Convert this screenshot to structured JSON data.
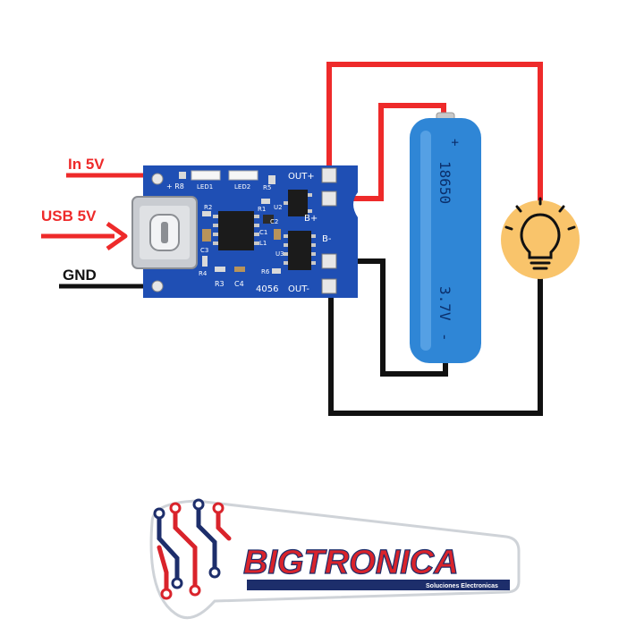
{
  "labels": {
    "in_5v": "In 5V",
    "usb_5v": "USB 5V",
    "gnd": "GND"
  },
  "board": {
    "model": "4056",
    "silkscreen": {
      "r8": "+ R8",
      "led1": "LED1",
      "led2": "LED2",
      "r5": "R5",
      "out_plus": "OUT+",
      "b_plus": "B+",
      "b_minus": "B-",
      "out_minus": "OUT-",
      "r2": "R2",
      "r1": "R1",
      "c3": "C3",
      "u2": "U2",
      "u3": "U3",
      "c1": "C1",
      "l1": "L1",
      "c2": "C2",
      "r6": "R6",
      "r4": "R4",
      "r3": "R3",
      "c4": "C4"
    }
  },
  "battery": {
    "plus": "+",
    "model": "18650",
    "voltage": "3.7V",
    "minus": "-"
  },
  "logo": {
    "name": "BIGTRONICA",
    "tagline": "Soluciones Electronicas"
  },
  "colors": {
    "wire_red": "#ee2a2a",
    "wire_black": "#111111",
    "pcb_blue": "#1f4fb4",
    "battery_blue": "#2f86d6",
    "bulb_bg": "#f9c46b",
    "logo_red": "#d9232b",
    "logo_navy": "#1d2e6b"
  },
  "icons": {
    "bulb": "lightbulb-icon",
    "arrows": "arrow-right-icon",
    "logo_mark": "circuit-traces-icon"
  }
}
